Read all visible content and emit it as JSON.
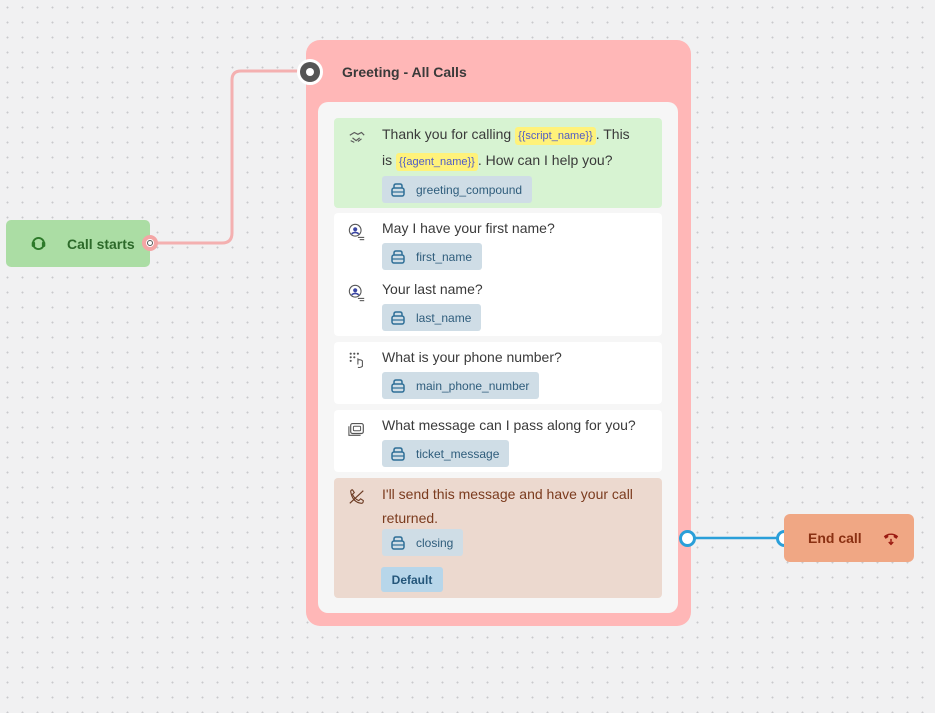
{
  "start_node": {
    "label": "Call starts",
    "icon": "headset-icon"
  },
  "group": {
    "title": "Greeting - All Calls",
    "cards": [
      {
        "icon": "handshake-icon",
        "text_parts": [
          "Thank you for calling ",
          "{{script_name}}",
          ". This",
          "is ",
          "{{agent_name}}",
          ". How can I help you?"
        ],
        "chip": "greeting_compound"
      },
      {
        "items": [
          {
            "icon": "user-list-icon",
            "text": "May I have your first name?",
            "chip": "first_name"
          },
          {
            "icon": "user-list-icon",
            "text": "Your last name?",
            "chip": "last_name"
          }
        ]
      },
      {
        "icon": "dialpad-icon",
        "text": "What is your phone number?",
        "chip": "main_phone_number"
      },
      {
        "icon": "message-icon",
        "text": "What message can I pass along for you?",
        "chip": "ticket_message"
      },
      {
        "icon": "phone-off-icon",
        "text": "I'll send this message and have your call returned.",
        "chip": "closing",
        "badge": "Default"
      }
    ]
  },
  "end_node": {
    "label": "End call",
    "icon": "hangup-icon"
  },
  "colors": {
    "start": "#abdda4",
    "group": "#ffb7b7",
    "end": "#f0a784",
    "link": "#2a9fd9",
    "start_link": "#f4a5a5"
  }
}
